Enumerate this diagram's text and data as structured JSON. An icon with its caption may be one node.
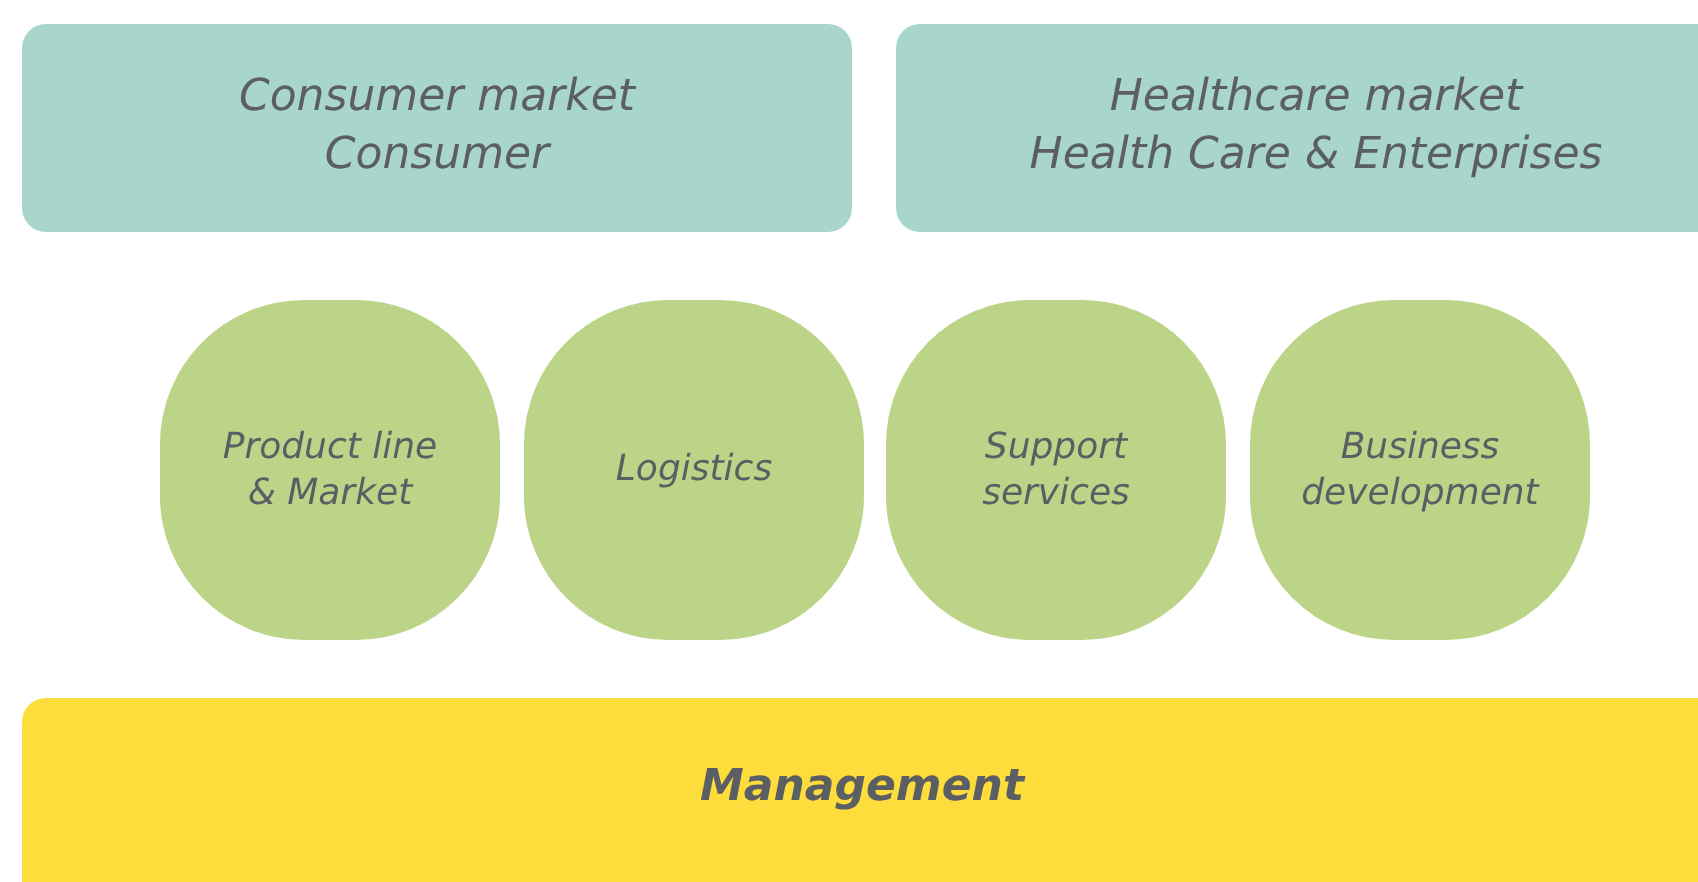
{
  "diagram": {
    "nodes": [
      {
        "text": [
          "Consumer market",
          "Consumer"
        ]
      },
      {
        "text": [
          "Healthcare market",
          "Health Care & Enterprises"
        ]
      },
      {
        "text": [
          "Product line & Market"
        ]
      },
      {
        "text": [
          "Logistics"
        ]
      },
      {
        "text": [
          "Support services"
        ]
      },
      {
        "text": [
          "Business development"
        ]
      },
      {
        "text": [
          "Management"
        ]
      }
    ],
    "edges": []
  }
}
